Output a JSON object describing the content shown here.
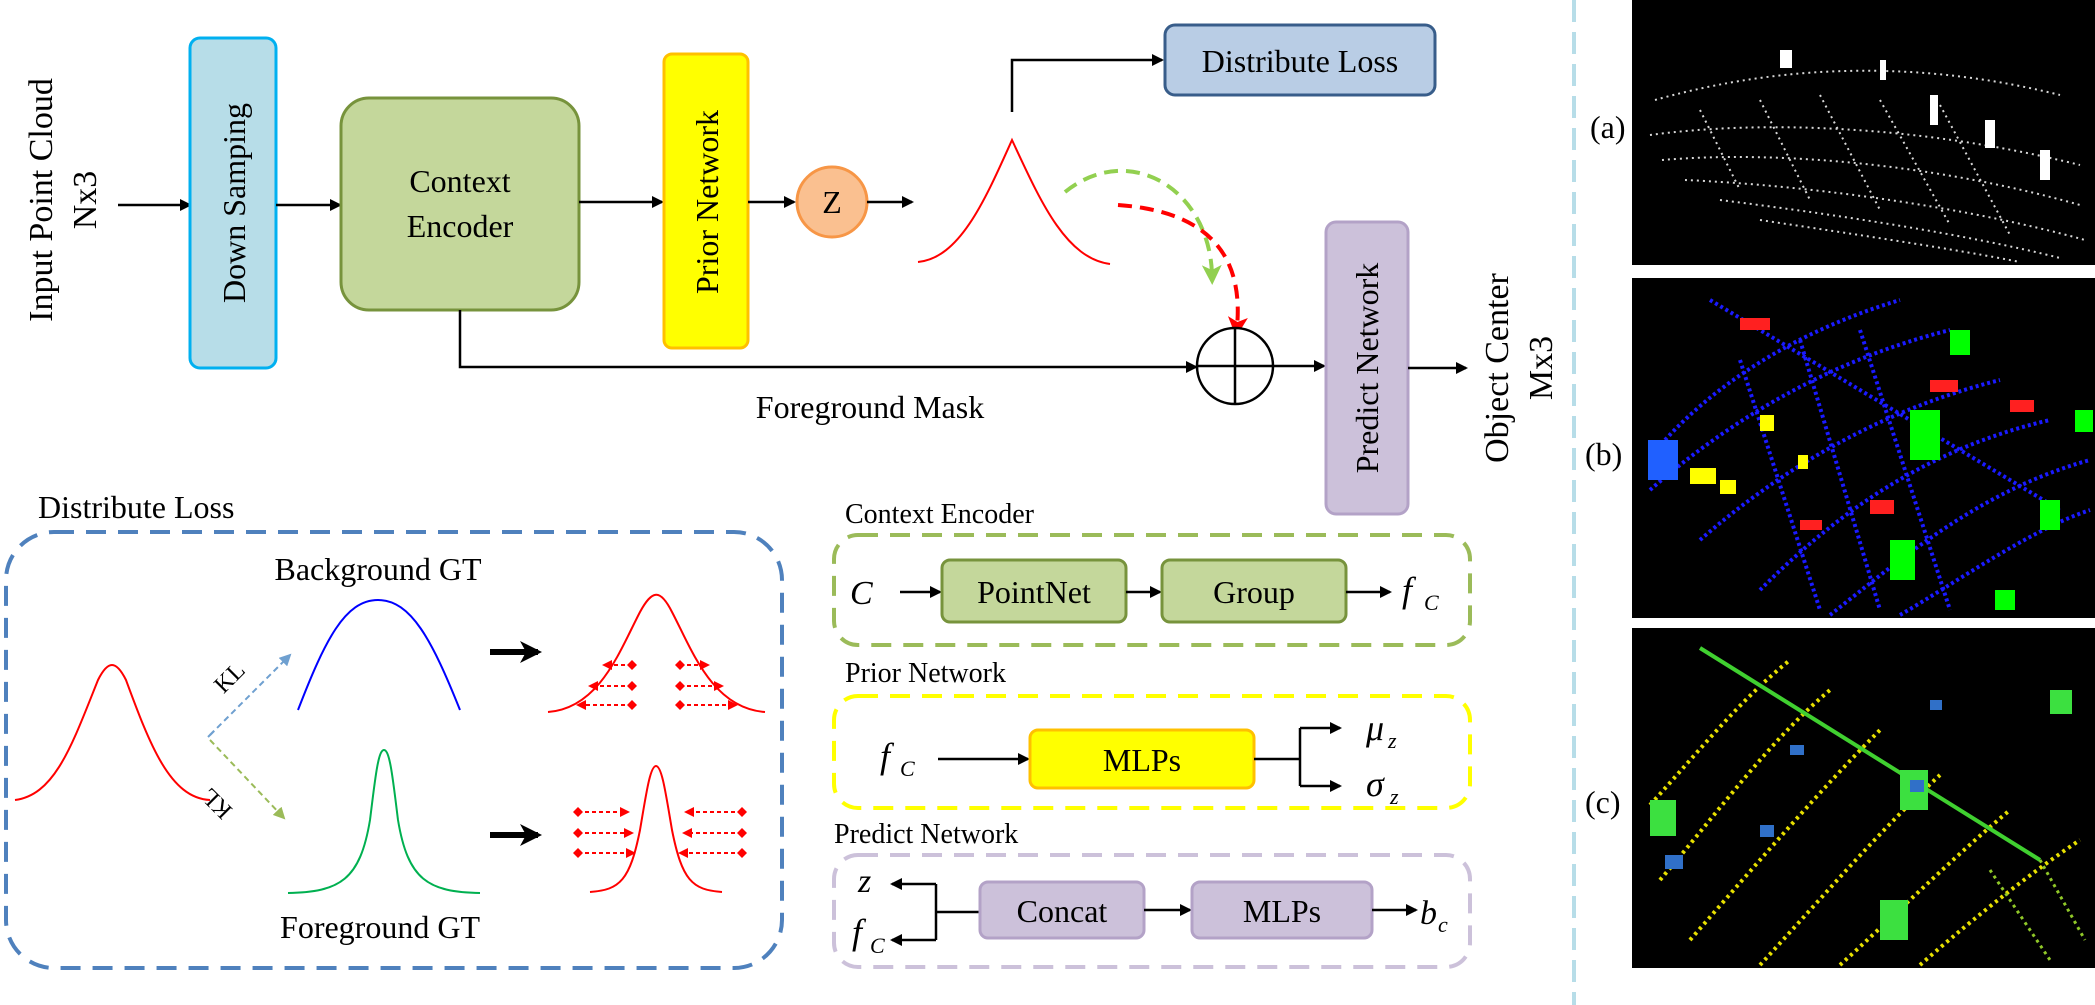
{
  "top": {
    "input_label_1": "Input Point Cloud",
    "input_label_2": "Nx3",
    "down_sampling": "Down Samping",
    "context_encoder_1": "Context",
    "context_encoder_2": "Encoder",
    "prior_network": "Prior Network",
    "z": "Z",
    "distribute_loss": "Distribute Loss",
    "predict_network": "Predict Network",
    "foreground_mask": "Foreground Mask",
    "output_1": "Object Center",
    "output_2": "Mx3"
  },
  "distribute": {
    "title": "Distribute Loss",
    "background_gt": "Background GT",
    "foreground_gt": "Foreground GT",
    "kl_top": "KL",
    "kl_bottom": "KL"
  },
  "context_encoder_detail": {
    "title": "Context  Encoder",
    "input": "C",
    "pointnet": "PointNet",
    "group": "Group",
    "output": "f",
    "output_sub": "C"
  },
  "prior_network_detail": {
    "title": "Prior Network",
    "input": "f",
    "input_sub": "C",
    "mlps": "MLPs",
    "mu": "μ",
    "mu_sub": "z",
    "sigma": "σ",
    "sigma_sub": "z"
  },
  "predict_network_detail": {
    "title": "Predict  Network",
    "z": "z",
    "f": "f",
    "f_sub": "C",
    "concat": "Concat",
    "mlps": "MLPs",
    "b": "b",
    "b_sub": "c"
  },
  "panels": {
    "a": "(a)",
    "b": "(b)",
    "c": "(c)"
  },
  "colors": {
    "down_sampling_fill": "#b7dde8",
    "down_sampling_stroke": "#00b0f0",
    "encoder_fill": "#c4d79b",
    "encoder_stroke": "#77933c",
    "prior_fill": "#ffff00",
    "prior_stroke": "#ffc000",
    "z_fill": "#fac090",
    "z_stroke": "#f79646",
    "distribute_fill": "#b9cde5",
    "distribute_stroke": "#385d8a",
    "predict_fill": "#ccc1da",
    "predict_stroke": "#b3a2c7",
    "background_curve": "#0000ff",
    "foreground_curve": "#00b050",
    "gaussian_curve": "#ff0000"
  }
}
